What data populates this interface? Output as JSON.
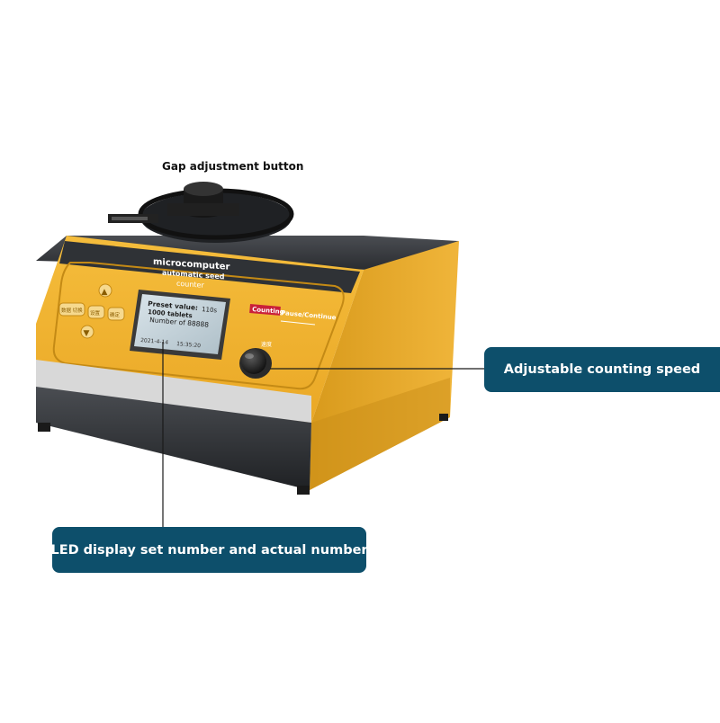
{
  "labels": {
    "gap_adjustment": "Gap adjustment button",
    "adjustable_speed": "Adjustable counting speed",
    "led_display": "LED display set number and actual number"
  },
  "device": {
    "brand_line1": "microcomputer",
    "brand_line2": "automatic seed",
    "brand_line3": "counter",
    "screen": {
      "preset": "Preset value:",
      "preset_units": "1000 tablets",
      "preset_right": "110s",
      "number": "Number of 88888",
      "date": "2021-4-14",
      "time": "15:35:20"
    },
    "mode_label": "Counting",
    "mode_label2": "Pause/Continue",
    "left_buttons": [
      "数据 切换",
      "设置",
      "确定"
    ],
    "knob_label": "速度"
  },
  "colors": {
    "callout_bg": "#0d4f6b",
    "panel_yellow": "#f2b632",
    "body_dark": "#3a3d42",
    "side_yellow": "#e9a825"
  },
  "icons": {
    "up_arrow": "up-arrow-icon",
    "down_arrow": "down-arrow-icon"
  }
}
